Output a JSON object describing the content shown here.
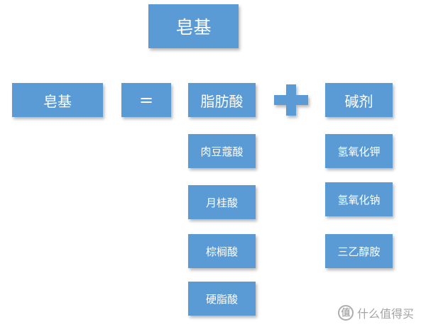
{
  "title": "皂基",
  "equation": {
    "left": "皂基",
    "equals": "=",
    "acid": "脂肪酸",
    "base": "碱剂"
  },
  "acids": [
    "肉豆蔻酸",
    "月桂酸",
    "棕榈酸",
    "硬脂酸"
  ],
  "bases": [
    "氢氧化钾",
    "氢氧化钠",
    "三乙醇胺"
  ],
  "watermark": {
    "logo": "值",
    "text": "什么值得买"
  },
  "colors": {
    "box": "#5b9bd5",
    "text": "#ffffff"
  }
}
